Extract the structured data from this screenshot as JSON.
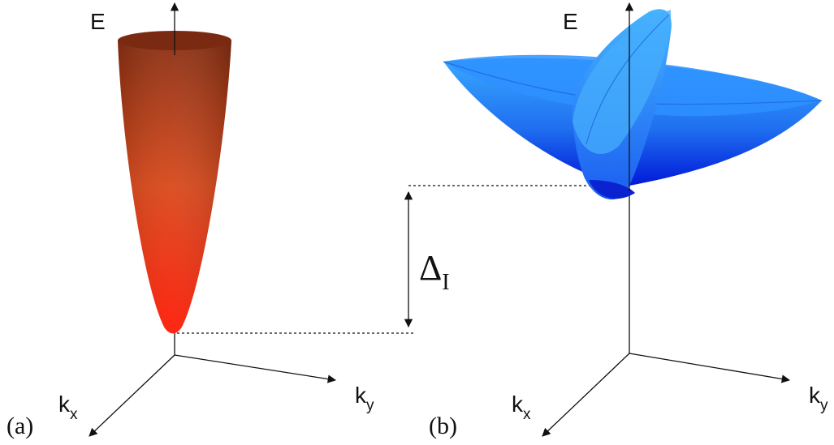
{
  "panel_a": {
    "label": "(a)",
    "axis_e": "E",
    "axis_kx": "k",
    "axis_kx_sub": "x",
    "axis_ky": "k",
    "axis_ky_sub": "y"
  },
  "panel_b": {
    "label": "(b)",
    "axis_e": "E",
    "axis_kx": "k",
    "axis_kx_sub": "x",
    "axis_ky": "k",
    "axis_ky_sub": "y"
  },
  "gap": {
    "symbol": "Δ",
    "subscript": "I"
  },
  "colors": {
    "cone_top": "#8a2f12",
    "cone_mid": "#d9481a",
    "cone_bottom": "#ff1a05",
    "band_light": "#39a9ff",
    "band_dark": "#0018d8"
  }
}
